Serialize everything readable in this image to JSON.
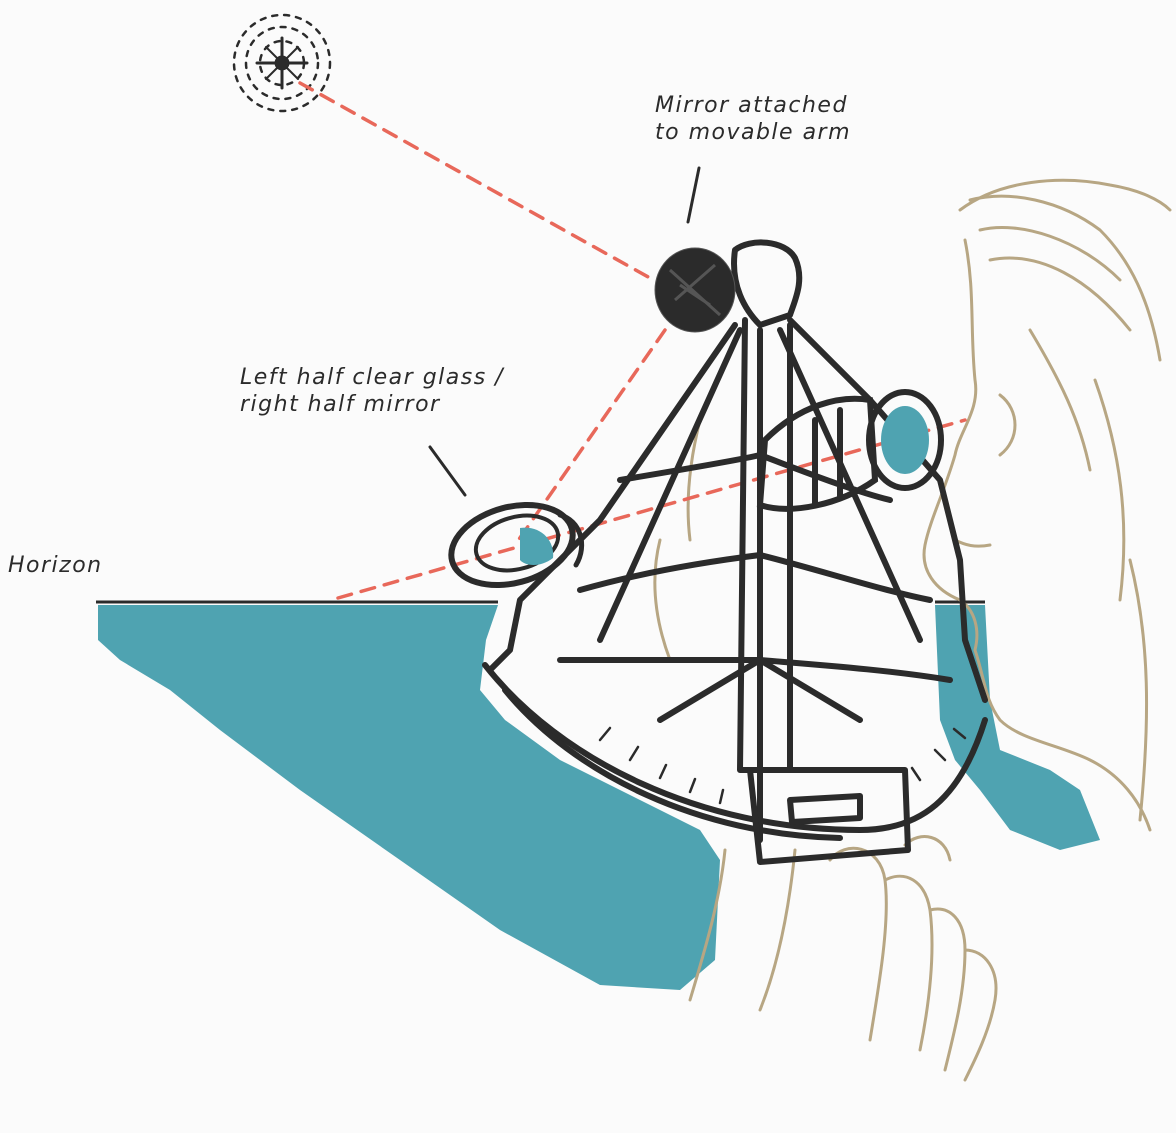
{
  "diagram": {
    "labels": {
      "horizon": "Horizon",
      "mirror_arm": [
        "Mirror attached",
        "to movable arm"
      ],
      "horizon_glass": [
        "Left half clear glass /",
        "right half mirror"
      ]
    },
    "colors": {
      "background": "#fbfbfb",
      "sea": "#4fa3b1",
      "sight_line": "#e8685a",
      "ink": "#2b2b2b",
      "observer": "#b7a683"
    },
    "icons": [
      "star-icon",
      "sextant-icon",
      "observer-figure"
    ]
  }
}
